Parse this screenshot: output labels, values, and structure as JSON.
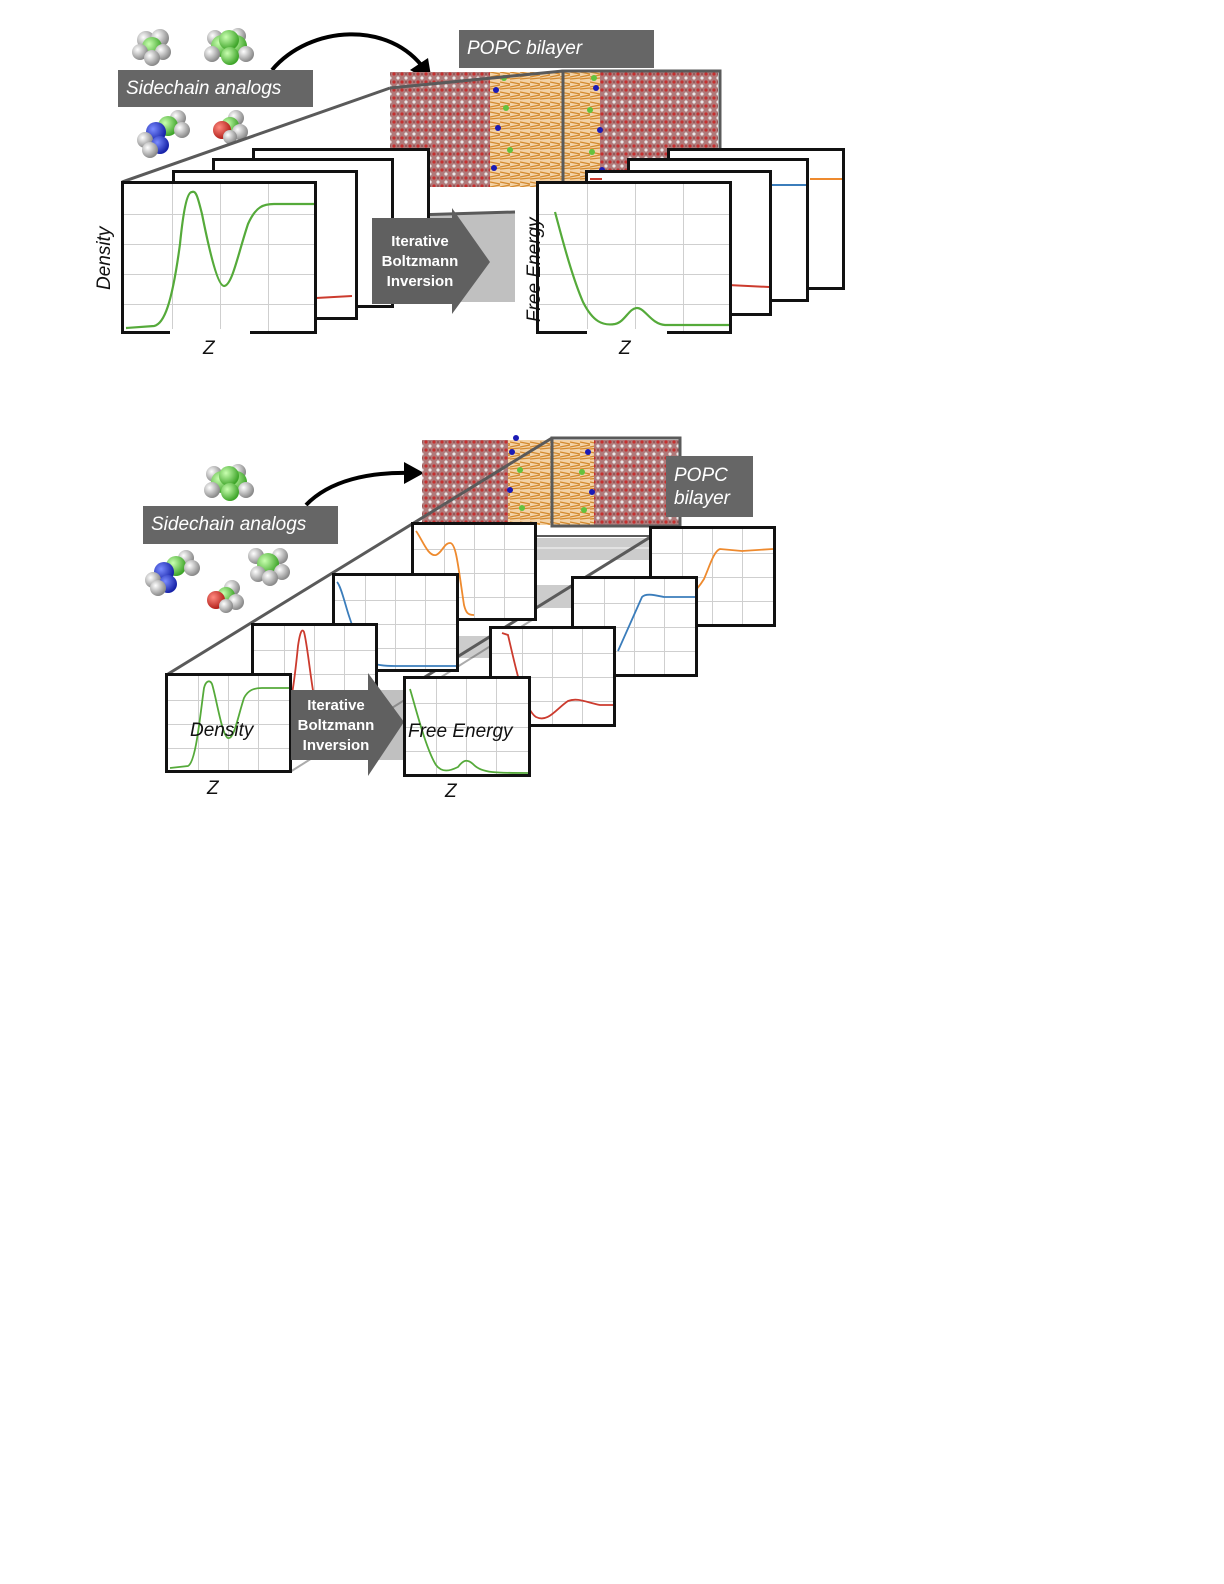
{
  "colors": {
    "label_bg": "#666666",
    "arrow_bg": "#606060",
    "panel_border": "#111111",
    "green": "#55aa3a",
    "red": "#cc3b2e",
    "blue": "#3b7dbb",
    "orange": "#ee8a2e",
    "lipid_tail": "#d4892d",
    "water": "#a86a6a"
  },
  "top_panel": {
    "sidechain_label": "Sidechain analogs",
    "bilayer_label": "POPC bilayer",
    "arrow_text": [
      "Iterative",
      "Boltzmann",
      "Inversion"
    ],
    "density_axis_y": "Density",
    "density_axis_x": "Z",
    "free_energy_axis_y": "Free Energy",
    "free_energy_axis_x": "Z"
  },
  "bottom_panel": {
    "sidechain_label": "Sidechain analogs",
    "bilayer_label_line1": "POPC",
    "bilayer_label_line2": "bilayer",
    "arrow_text": [
      "Iterative",
      "Boltzmann",
      "Inversion"
    ],
    "density_label": "Density",
    "density_axis_x": "Z",
    "free_energy_label": "Free Energy",
    "free_energy_axis_x": "Z"
  },
  "icons": {
    "molecules": "space-filling-molecule-icon",
    "membrane": "lipid-bilayer-snapshot",
    "curved_arrow": "curved-arrow-icon",
    "flow_arrow": "block-arrow-icon"
  }
}
